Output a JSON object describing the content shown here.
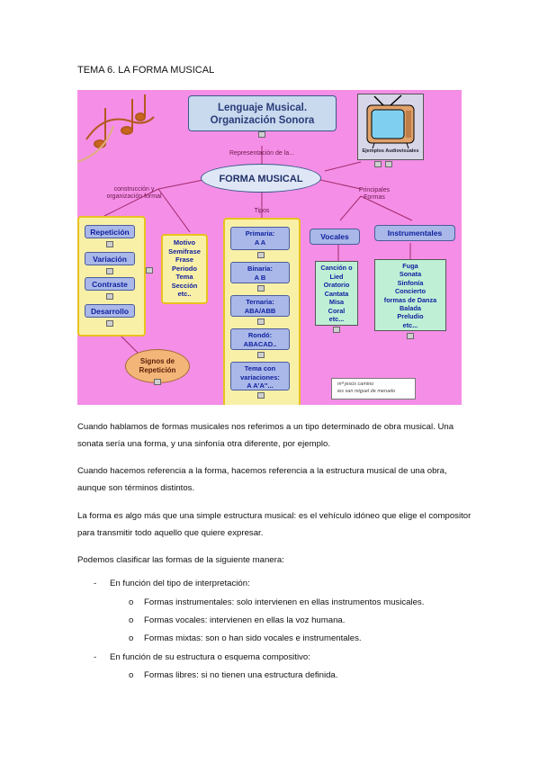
{
  "title": "TEMA 6.  LA FORMA MUSICAL",
  "map": {
    "header_line1": "Lenguaje Musical.",
    "header_line2": "Organización Sonora",
    "tv_label": "Ejemplos Audiovisuales",
    "representacion": "Representación de la...",
    "forma_musical": "FORMA MUSICAL",
    "construccion": "construcción y organización formal",
    "tipos": "Tipos",
    "principales": "Principales Formas",
    "left_items": [
      "Repetición",
      "Variación",
      "Contraste",
      "Desarrollo"
    ],
    "motivo_lines": [
      "Motivo",
      "Semifrase",
      "Frase",
      "Periodo",
      "Tema",
      "Sección",
      "etc.."
    ],
    "signos_lines": [
      "Signos de",
      "Repetición"
    ],
    "tipos_items": [
      {
        "l1": "Primaria:",
        "l2": "A A"
      },
      {
        "l1": "Binaria:",
        "l2": "A B"
      },
      {
        "l1": "Ternaria:",
        "l2": "ABA/ABB"
      },
      {
        "l1": "Rondó:",
        "l2": "ABACAD.."
      },
      {
        "l1": "Tema con variaciones:",
        "l2": "A A'A''..."
      }
    ],
    "vocales": "Vocales",
    "instrumentales": "Instrumentales",
    "vocales_lines": [
      "Canción o",
      "Lied",
      "Oratorio",
      "Cantata",
      "Misa",
      "Coral",
      "etc..."
    ],
    "instr_lines": [
      "Fuga",
      "Sonata",
      "Sinfonía",
      "Concierto",
      "formas de Danza",
      "Balada",
      "Preludio",
      "etc..."
    ],
    "author_1": "mª jesús camino",
    "author_2": "ies san miguel de meruelo"
  },
  "paragraphs": [
    "Cuando hablamos de formas musicales nos referimos a un tipo determinado de obra musical. Una sonata sería una forma, y una sinfonía otra diferente, por ejemplo.",
    "Cuando hacemos referencia a la forma, hacemos referencia a la estructura musical de una obra, aunque son términos distintos.",
    "La forma es algo más que una simple estructura musical: es el vehículo idóneo que elige el compositor para transmitir todo aquello que quiere expresar.",
    "Podemos clasificar las formas de la siguiente manera:"
  ],
  "list": {
    "dash": "-",
    "bullet": "o",
    "item1": "En función del tipo de interpretación:",
    "sub1": [
      "Formas instrumentales: solo intervienen en ellas instrumentos musicales.",
      "Formas vocales: intervienen en ellas la voz humana.",
      "Formas mixtas: son o han sido vocales e instrumentales."
    ],
    "item2": "En función de su estructura o esquema compositivo:",
    "sub2": [
      "Formas libres: si no tienen una estructura definida."
    ]
  },
  "colors": {
    "map_bg": "#f58ee6",
    "yellow_box": "#ffffb8",
    "blue_box": "#a9b8e8",
    "green_box": "#bff0d6",
    "border_yellow": "#e8c21f"
  }
}
